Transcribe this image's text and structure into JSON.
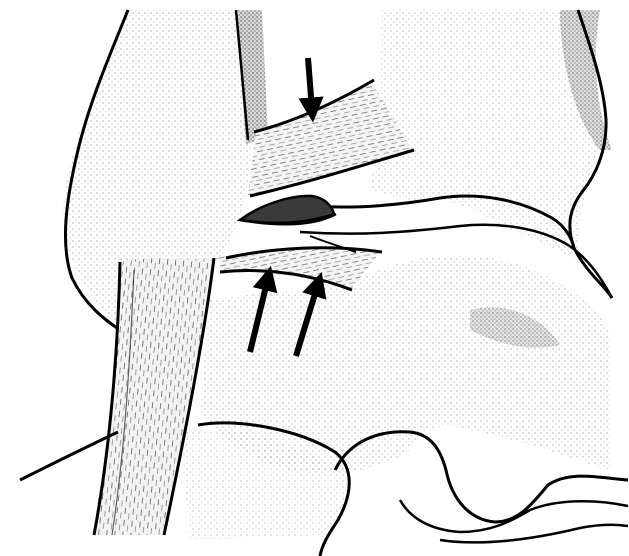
{
  "figure": {
    "kind": "anatomical line illustration",
    "style": "black ink outlines with stippled grey shading on white",
    "labels": [],
    "arrows": [
      {
        "name": "arrow-down",
        "direction": "down"
      },
      {
        "name": "arrow-up-left",
        "direction": "up"
      },
      {
        "name": "arrow-up-right",
        "direction": "up"
      }
    ],
    "colors": {
      "background": "#ffffff",
      "ink": "#000000",
      "stipple": "#8a8a8a",
      "inner_shadow": "#444444"
    }
  }
}
